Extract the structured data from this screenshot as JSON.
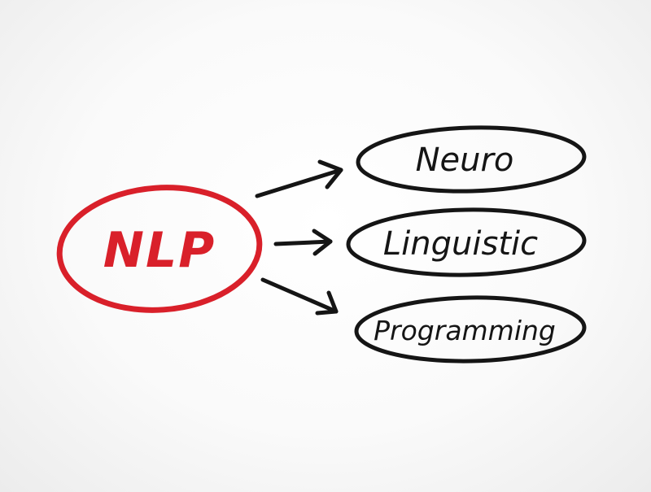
{
  "diagram": {
    "main": {
      "label": "NLP"
    },
    "branches": [
      {
        "label": "Neuro"
      },
      {
        "label": "Linguistic"
      },
      {
        "label": "Programming"
      }
    ]
  },
  "colors": {
    "accent": "#d9202a",
    "ink": "#151515"
  }
}
